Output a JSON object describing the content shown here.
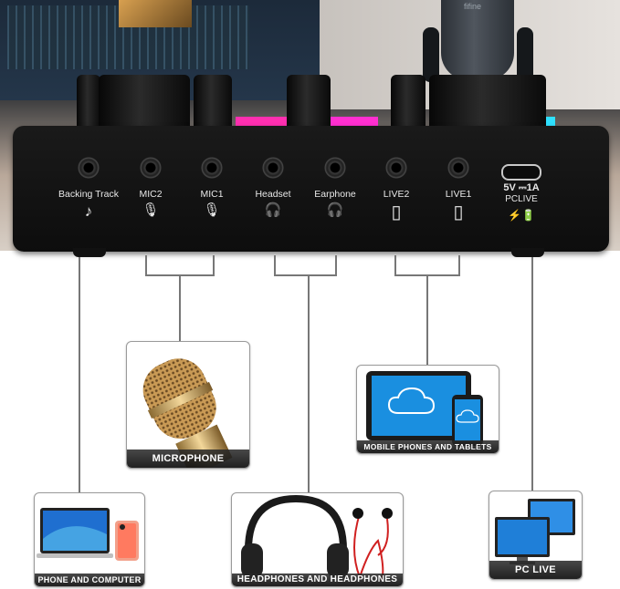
{
  "ports": [
    {
      "label": "Backing Track",
      "icon": "music-note-icon",
      "glyph": "♪"
    },
    {
      "label": "MIC2",
      "icon": "microphone-icon",
      "glyph": "🎙"
    },
    {
      "label": "MIC1",
      "icon": "microphone-icon",
      "glyph": "🎙"
    },
    {
      "label": "Headset",
      "icon": "headset-icon",
      "glyph": "🎧"
    },
    {
      "label": "Earphone",
      "icon": "headphones-icon",
      "glyph": "🎧"
    },
    {
      "label": "LIVE2",
      "icon": "phone-icon",
      "glyph": "▯"
    },
    {
      "label": "LIVE1",
      "icon": "phone-icon",
      "glyph": "▯"
    }
  ],
  "usb": {
    "rating": "5V ⎓1A",
    "label": "PCLIVE"
  },
  "mic_brand": "fifine",
  "cards": {
    "microphone": "MICROPHONE",
    "mobile": "MOBILE PHONES AND TABLETS",
    "phone_computer": "PHONE AND COMPUTER",
    "headphones": "HEADPHONES AND HEADPHONES",
    "pc_live": "PC LIVE"
  },
  "colors": {
    "device": "#111111",
    "connector": "#777777",
    "screen": "#1a8fe0"
  }
}
